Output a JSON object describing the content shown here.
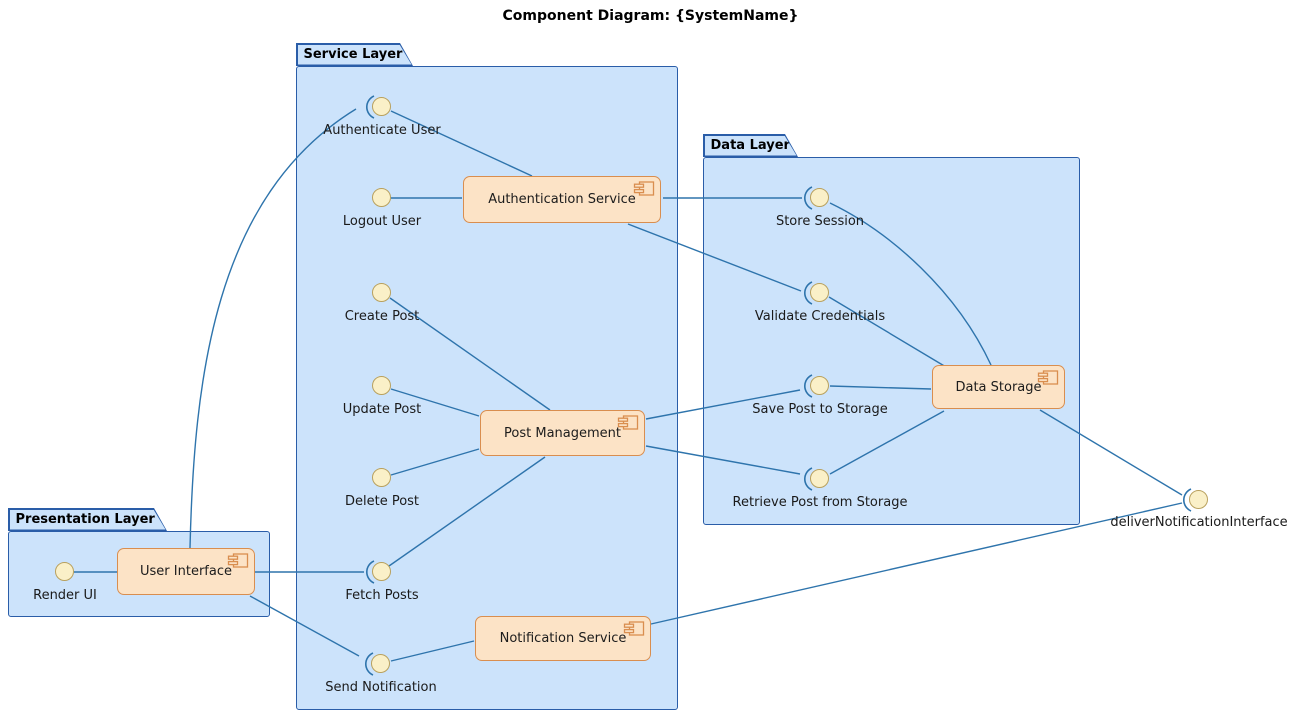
{
  "title": "Component Diagram: {SystemName}",
  "packages": [
    {
      "label": "Service Layer"
    },
    {
      "label": "Data Layer"
    },
    {
      "label": "Presentation Layer"
    }
  ],
  "components": [
    {
      "label": "Authentication Service",
      "package": "Service Layer"
    },
    {
      "label": "Post Management",
      "package": "Service Layer"
    },
    {
      "label": "Notification Service",
      "package": "Service Layer"
    },
    {
      "label": "Data Storage",
      "package": "Data Layer"
    },
    {
      "label": "User Interface",
      "package": "Presentation Layer"
    }
  ],
  "interfaces": [
    {
      "label": "Authenticate User",
      "socket": true,
      "package": "Service Layer"
    },
    {
      "label": "Logout User",
      "socket": false,
      "package": "Service Layer"
    },
    {
      "label": "Create Post",
      "socket": false,
      "package": "Service Layer"
    },
    {
      "label": "Update Post",
      "socket": false,
      "package": "Service Layer"
    },
    {
      "label": "Delete Post",
      "socket": false,
      "package": "Service Layer"
    },
    {
      "label": "Fetch Posts",
      "socket": true,
      "package": "Service Layer"
    },
    {
      "label": "Send Notification",
      "socket": true,
      "package": "Service Layer"
    },
    {
      "label": "Store Session",
      "socket": true,
      "package": "Data Layer"
    },
    {
      "label": "Validate Credentials",
      "socket": true,
      "package": "Data Layer"
    },
    {
      "label": "Save Post to Storage",
      "socket": true,
      "package": "Data Layer"
    },
    {
      "label": "Retrieve Post from Storage",
      "socket": true,
      "package": "Data Layer"
    },
    {
      "label": "Render UI",
      "socket": false,
      "package": "Presentation Layer"
    },
    {
      "label": "deliverNotificationInterface",
      "socket": true,
      "package": null
    }
  ],
  "connections": [
    {
      "from": "Render UI",
      "to": "User Interface"
    },
    {
      "from": "User Interface",
      "to": "Fetch Posts"
    },
    {
      "from": "User Interface",
      "to": "Authenticate User"
    },
    {
      "from": "User Interface",
      "to": "Send Notification"
    },
    {
      "from": "Authenticate User",
      "to": "Authentication Service"
    },
    {
      "from": "Logout User",
      "to": "Authentication Service"
    },
    {
      "from": "Authentication Service",
      "to": "Store Session"
    },
    {
      "from": "Authentication Service",
      "to": "Validate Credentials"
    },
    {
      "from": "Store Session",
      "to": "Data Storage"
    },
    {
      "from": "Validate Credentials",
      "to": "Data Storage"
    },
    {
      "from": "Create Post",
      "to": "Post Management"
    },
    {
      "from": "Update Post",
      "to": "Post Management"
    },
    {
      "from": "Delete Post",
      "to": "Post Management"
    },
    {
      "from": "Fetch Posts",
      "to": "Post Management"
    },
    {
      "from": "Post Management",
      "to": "Save Post to Storage"
    },
    {
      "from": "Post Management",
      "to": "Retrieve Post from Storage"
    },
    {
      "from": "Save Post to Storage",
      "to": "Data Storage"
    },
    {
      "from": "Retrieve Post from Storage",
      "to": "Data Storage"
    },
    {
      "from": "Data Storage",
      "to": "deliverNotificationInterface"
    },
    {
      "from": "Notification Service",
      "to": "deliverNotificationInterface"
    },
    {
      "from": "Send Notification",
      "to": "Notification Service"
    }
  ],
  "colors": {
    "package_fill": "#CCE3FB",
    "package_border": "#2A5DA8",
    "component_fill": "#FCE3C6",
    "component_border": "#D98E4F",
    "interface_fill": "#FAF0C8",
    "interface_border": "#B9A15E",
    "edge": "#2E74AC",
    "title_text": "#000000"
  }
}
